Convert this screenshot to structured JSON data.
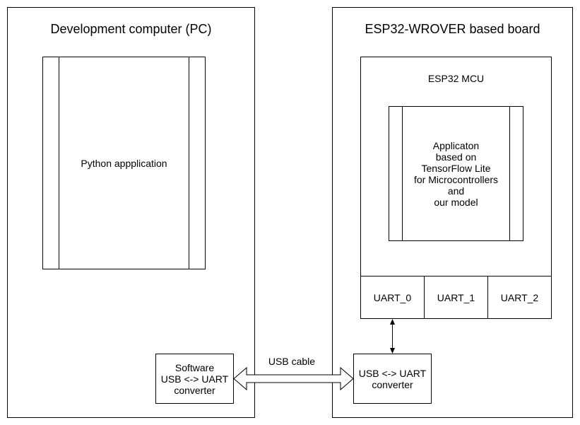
{
  "pc": {
    "title": "Development computer (PC)",
    "python_app": "Python appplication",
    "software_converter": "Software\nUSB <-> UART\nconverter"
  },
  "board": {
    "title": "ESP32-WROVER based board",
    "mcu_label": "ESP32 MCU",
    "app": "Applicaton\nbased on\nTensorFlow Lite\nfor Microcontrollers\nand\nour model",
    "uarts": [
      "UART_0",
      "UART_1",
      "UART_2"
    ],
    "usb_converter": "USB <-> UART\nconverter"
  },
  "connection": {
    "cable_label": "USB cable"
  },
  "colors": {
    "stroke": "#000000",
    "fill": "#ffffff"
  }
}
